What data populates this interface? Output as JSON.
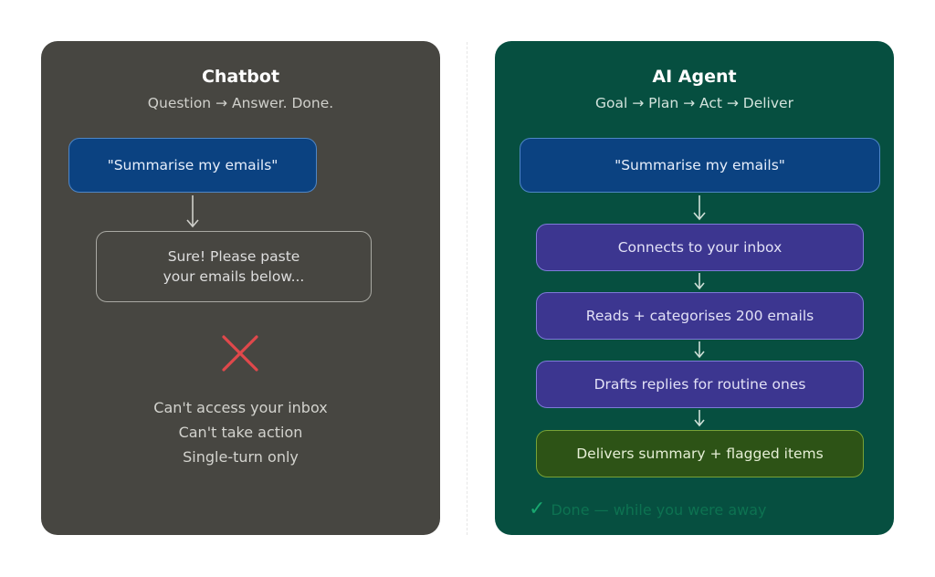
{
  "chatbot": {
    "title": "Chatbot",
    "subtitle": "Question → Answer. Done.",
    "prompt": "\"Summarise my emails\"",
    "reply_line1": "Sure! Please paste",
    "reply_line2": "your emails below...",
    "limitations": [
      "Can't access your inbox",
      "Can't take action",
      "Single-turn only"
    ]
  },
  "agent": {
    "title": "AI Agent",
    "subtitle": "Goal → Plan → Act → Deliver",
    "prompt": "\"Summarise my emails\"",
    "steps": [
      "Connects to your inbox",
      "Reads + categorises 200 emails",
      "Drafts replies for routine ones",
      "Delivers summary + flagged items"
    ],
    "done": "Done — while you were away"
  },
  "colors": {
    "chatbot_panel": "#474641",
    "agent_panel": "#064f40",
    "prompt_box": "#0b4281",
    "step_box": "#3c3690",
    "final_box": "#2d5316",
    "cross": "#e0484b",
    "check": "#18a66f"
  },
  "icons": {
    "cross": "cross-icon",
    "check": "check-icon",
    "arrow": "arrow-down-icon"
  }
}
